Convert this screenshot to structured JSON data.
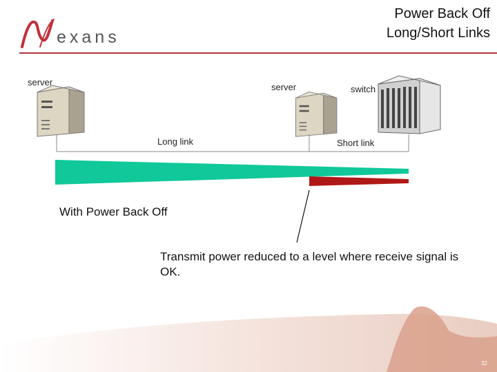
{
  "header": {
    "title_line1": "Power Back Off",
    "title_line2": "Long/Short Links",
    "logo_text": "exans",
    "brand_color": "#b0323a"
  },
  "diagram": {
    "server1_label": "server",
    "server2_label": "server",
    "switch_label": "switch",
    "long_link_label": "Long link",
    "short_link_label": "Short link",
    "long_signal_color": "#10c89a",
    "short_signal_color": "#b01818"
  },
  "body": {
    "caption": "With Power Back Off",
    "annotation": "Transmit power reduced to a level where receive signal is OK."
  },
  "footer": {
    "page_number": "32"
  }
}
